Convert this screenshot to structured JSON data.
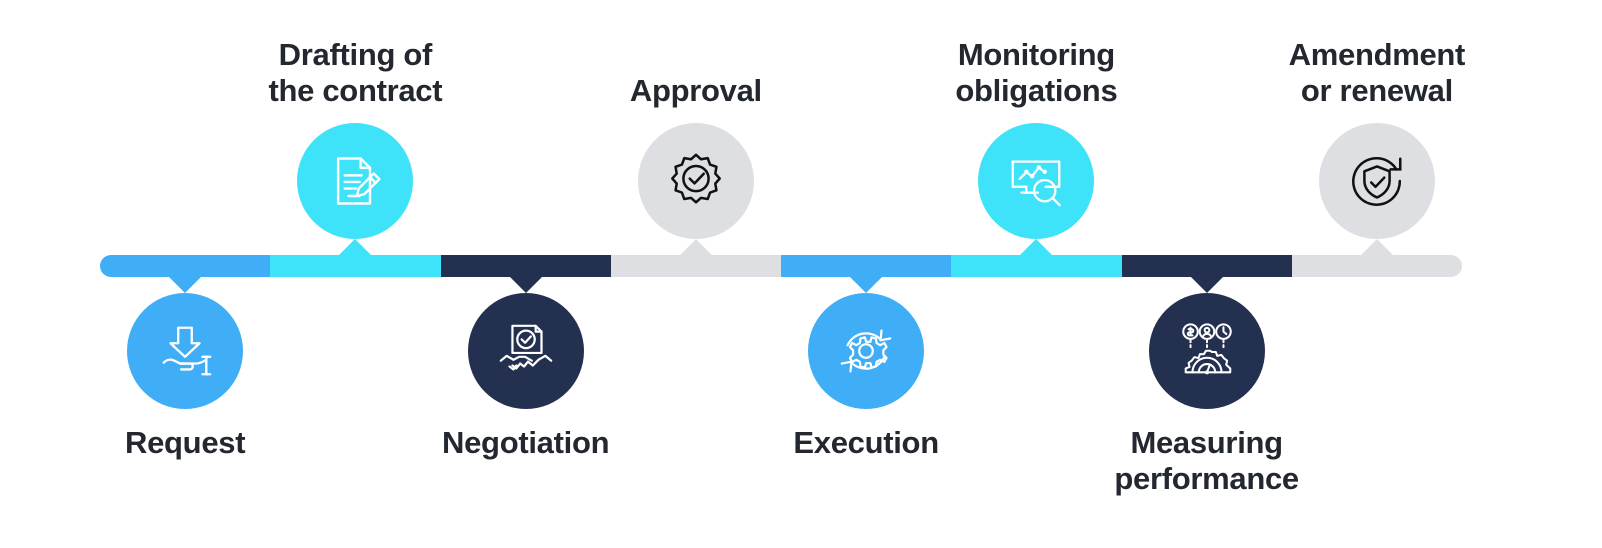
{
  "diagram": {
    "title": "Contract lifecycle process timeline",
    "colors": {
      "blue": "#3FAEF6",
      "cyan": "#3EE3FA",
      "navy": "#24304F",
      "gray": "#DEDFE3",
      "icon_light": "#FFFFFF",
      "icon_dark": "#111111",
      "text": "#23272F",
      "background": "#FFFFFF"
    },
    "track": {
      "segments": [
        {
          "index": 1,
          "color_name": "blue",
          "color": "#3FAEF6"
        },
        {
          "index": 2,
          "color_name": "cyan",
          "color": "#3EE3FA"
        },
        {
          "index": 3,
          "color_name": "navy",
          "color": "#24304F"
        },
        {
          "index": 4,
          "color_name": "gray",
          "color": "#DEDFE3"
        },
        {
          "index": 5,
          "color_name": "blue",
          "color": "#3FAEF6"
        },
        {
          "index": 6,
          "color_name": "cyan",
          "color": "#3EE3FA"
        },
        {
          "index": 7,
          "color_name": "navy",
          "color": "#24304F"
        },
        {
          "index": 8,
          "color_name": "gray",
          "color": "#DEDFE3"
        }
      ]
    },
    "steps": [
      {
        "order": 1,
        "label": "Request",
        "position": "bottom",
        "circle_color": "#3FAEF6",
        "icon": "hand-receiving-arrow-icon",
        "icon_color": "#FFFFFF"
      },
      {
        "order": 2,
        "label": "Drafting of\nthe contract",
        "position": "top",
        "circle_color": "#3EE3FA",
        "icon": "document-pencil-icon",
        "icon_color": "#FFFFFF"
      },
      {
        "order": 3,
        "label": "Negotiation",
        "position": "bottom",
        "circle_color": "#24304F",
        "icon": "handshake-contract-icon",
        "icon_color": "#FFFFFF"
      },
      {
        "order": 4,
        "label": "Approval",
        "position": "top",
        "circle_color": "#DEDFE3",
        "icon": "badge-check-icon",
        "icon_color": "#111111"
      },
      {
        "order": 5,
        "label": "Execution",
        "position": "bottom",
        "circle_color": "#3FAEF6",
        "icon": "gear-refresh-icon",
        "icon_color": "#FFFFFF"
      },
      {
        "order": 6,
        "label": "Monitoring\nobligations",
        "position": "top",
        "circle_color": "#3EE3FA",
        "icon": "monitor-chart-magnifier-icon",
        "icon_color": "#FFFFFF"
      },
      {
        "order": 7,
        "label": "Measuring\nperformance",
        "position": "bottom",
        "circle_color": "#24304F",
        "icon": "performance-gauge-icon",
        "icon_color": "#FFFFFF"
      },
      {
        "order": 8,
        "label": "Amendment\nor renewal",
        "position": "top",
        "circle_color": "#DEDFE3",
        "icon": "shield-check-renew-icon",
        "icon_color": "#111111"
      }
    ]
  }
}
